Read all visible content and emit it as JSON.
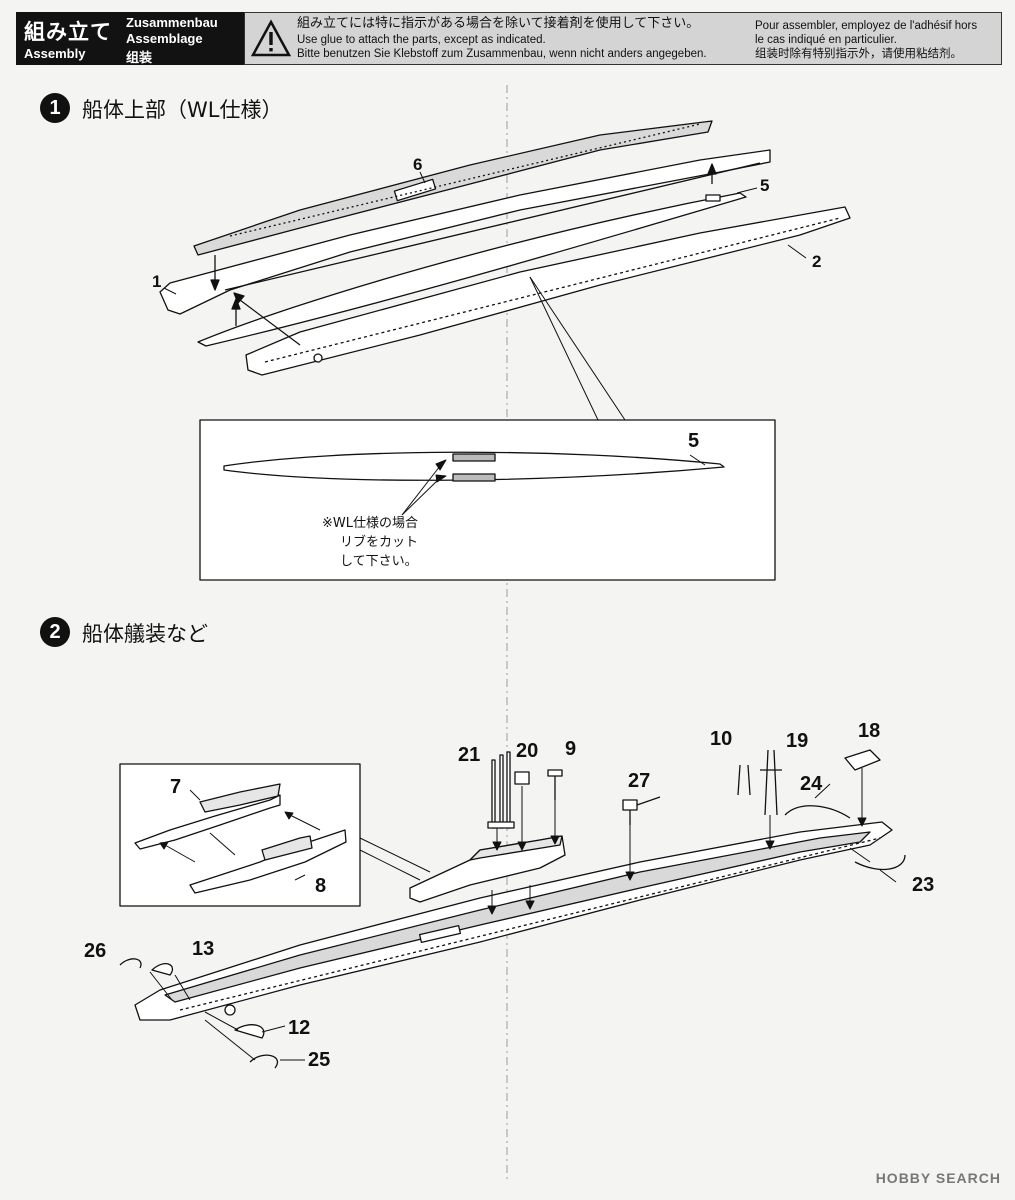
{
  "header": {
    "title_jp": "組み立て",
    "title_en": "Assembly",
    "lang_de": "Zusammenbau",
    "lang_fr": "Assemblage",
    "lang_cn": "组装",
    "warn_jp": "組み立てには特に指示がある場合を除いて接着剤を使用して下さい。",
    "warn_en": "Use glue to attach the parts, except as indicated.",
    "warn_de": "Bitte benutzen Sie Klebstoff zum Zusammenbau, wenn nicht anders angegeben.",
    "warn_fr1": "Pour assembler, employez de l'adhésif hors",
    "warn_fr2": "le cas indiqué en particulier.",
    "warn_cn": "组装时除有特别指示外，请使用粘结剂。"
  },
  "step1": {
    "number": "1",
    "title": "船体上部（WL仕様）",
    "parts": [
      "6",
      "5",
      "1",
      "2"
    ],
    "inset_part": "5",
    "note_lines": [
      "※WL仕様の場合",
      "リブをカット",
      "して下さい。"
    ]
  },
  "step2": {
    "number": "2",
    "title": "船体艤装など",
    "parts": [
      "21",
      "20",
      "9",
      "27",
      "10",
      "19",
      "18",
      "24",
      "23",
      "7",
      "8",
      "26",
      "13",
      "12",
      "25"
    ]
  },
  "watermark": "HOBBY SEARCH"
}
